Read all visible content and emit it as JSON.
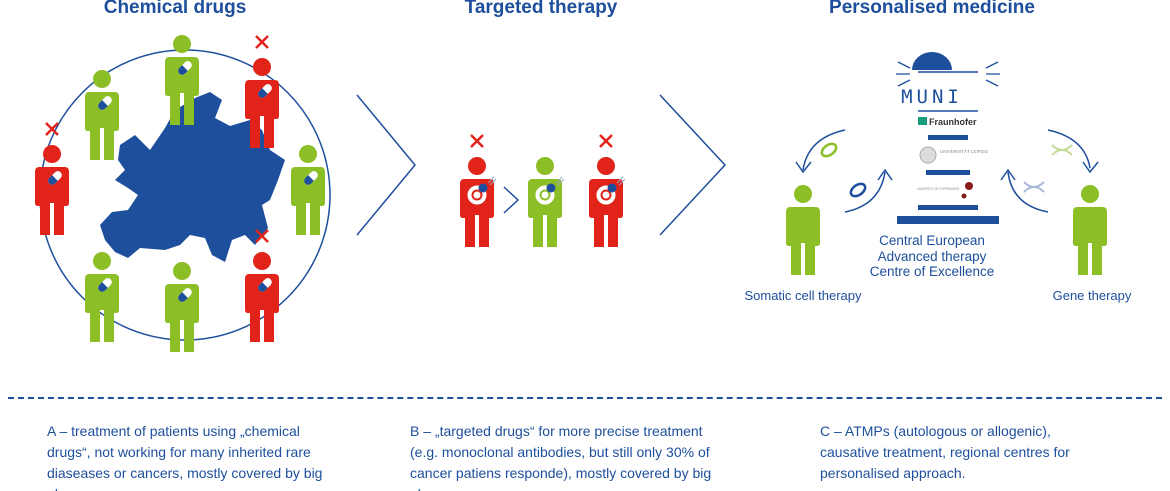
{
  "sections": [
    {
      "title": "Chemical drugs",
      "description": "A – treatment of patients using „chemical drugs“, not working for many inherited rare diaseases or  cancers, mostly covered by big pharma."
    },
    {
      "title": "Targeted therapy",
      "description": "B – „targeted drugs“ for more precise treatment (e.g. monoclonal antibodies, but still only 30% of cancer patiens responde), mostly covered by big pharma."
    },
    {
      "title": "Personalised medicine",
      "description": "C – ATMPs (autologous or allogenic), causative treatment, regional centres for personalised approach."
    }
  ],
  "centre": {
    "logo_text": "MUNI",
    "partners": [
      "Fraunhofer",
      "UNIVERSITÄT LEIPZIG",
      "UNIVERSITY OF COPENHAGEN"
    ],
    "name_lines": [
      "Central European",
      "Advanced therapy",
      "Centre of Excellence"
    ]
  },
  "therapy_labels": {
    "somatic": "Somatic cell therapy",
    "gene": "Gene therapy"
  },
  "chemical_patients": [
    "responder",
    "responder",
    "non-responder",
    "non-responder",
    "responder",
    "responder",
    "responder",
    "non-responder"
  ],
  "targeted_patients": [
    "non-responder",
    "responder",
    "non-responder"
  ],
  "colors": {
    "blue": "#1d4f9c",
    "green": "#8cbf26",
    "red": "#e2231a"
  }
}
